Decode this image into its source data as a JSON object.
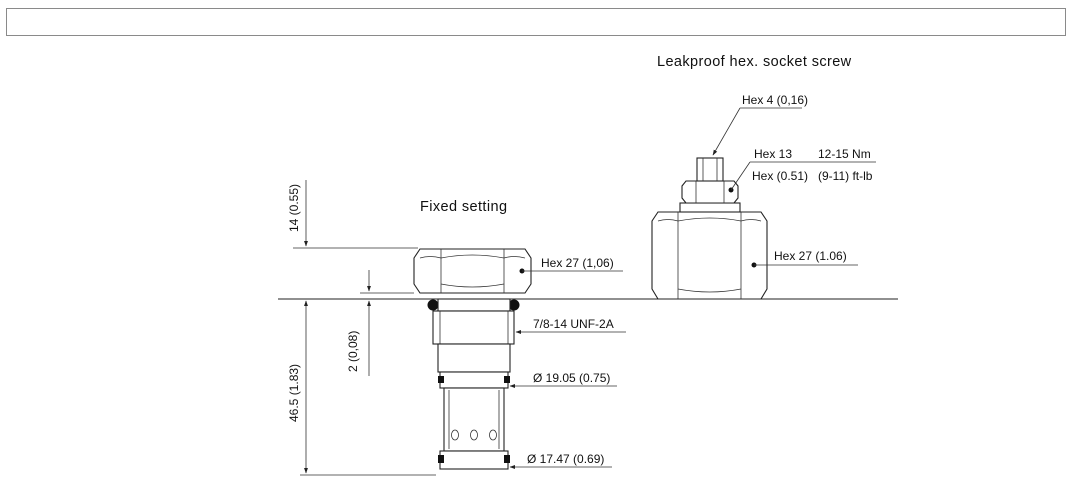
{
  "header": {
    "title": ""
  },
  "titles": {
    "left": "Fixed setting",
    "right": "Leakproof hex. socket screw"
  },
  "labels": {
    "hex27_left": "Hex  27 (1,06)",
    "thread": "7/8-14 UNF-2A",
    "dia_upper": "Ø 19.05 (0.75)",
    "dia_lower": "Ø 17.47 (0.69)",
    "hex4": "Hex 4 (0,16)",
    "hex13": "Hex  13",
    "hex13_in": "Hex (0.51)",
    "torque_nm": "12-15 Nm",
    "torque_ftlb": "(9-11) ft-lb",
    "hex27_right": "Hex  27 (1.06)"
  },
  "dimensions": {
    "height_top": "14 (0.55)",
    "height_bottom": "46.5 (1.83)",
    "offset": "2 (0,08)"
  }
}
